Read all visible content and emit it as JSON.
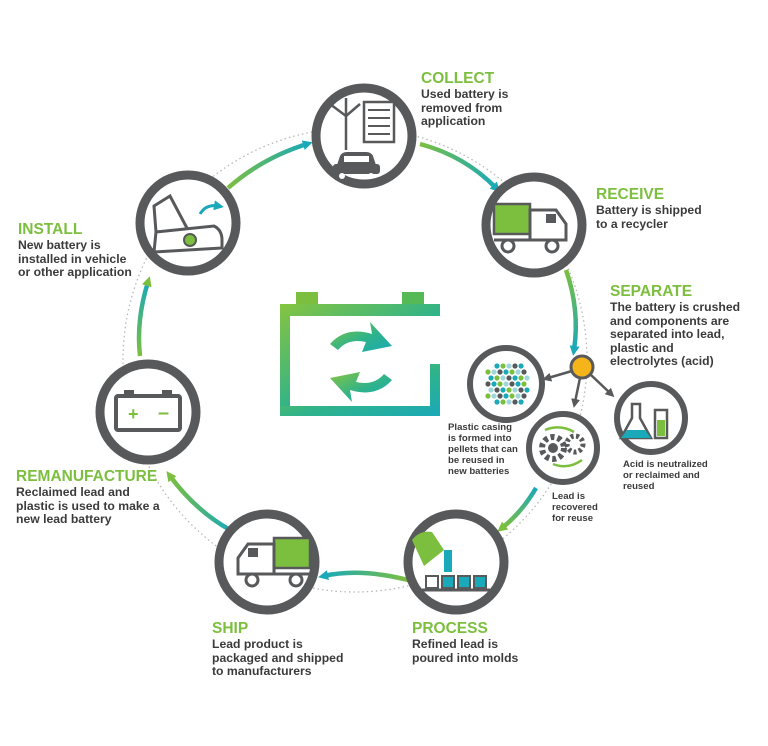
{
  "colors": {
    "green": "#7cbf3f",
    "teal": "#1aa9b8",
    "gray": "#58595b",
    "light_gray": "#ececec",
    "gold": "#f5b51a"
  },
  "steps": [
    {
      "id": "collect",
      "title": "COLLECT",
      "desc": "Used battery is\nremoved from\napplication",
      "icon": "wind-turbine-server-car-icon"
    },
    {
      "id": "receive",
      "title": "RECEIVE",
      "desc": "Battery is shipped\nto a recycler",
      "icon": "truck-icon"
    },
    {
      "id": "separate",
      "title": "SEPARATE",
      "desc": "The battery is crushed\nand components are\nseparated into lead,\nplastic and\nelectrolytes (acid)",
      "icon": "separation-node-icon"
    },
    {
      "id": "process",
      "title": "PROCESS",
      "desc": "Refined lead is\npoured into molds",
      "icon": "ladle-molds-icon"
    },
    {
      "id": "ship",
      "title": "SHIP",
      "desc": "Lead product is\npackaged and shipped\nto manufacturers",
      "icon": "truck-icon"
    },
    {
      "id": "remanufacture",
      "title": "REMANUFACTURE",
      "desc": "Reclaimed lead and\nplastic is used to make a\nnew lead battery",
      "icon": "battery-icon"
    },
    {
      "id": "install",
      "title": "INSTALL",
      "desc": "New battery is\ninstalled in vehicle\nor other application",
      "icon": "car-hood-open-icon"
    }
  ],
  "sub_outputs": {
    "plastic": "Plastic casing\nis formed into\npellets that can\nbe reused in\nnew batteries",
    "lead": "Lead is\nrecovered\nfor reuse",
    "acid": "Acid is neutralized\nor reclaimed and\nreused"
  },
  "center_icon": "battery-recycle-icon"
}
